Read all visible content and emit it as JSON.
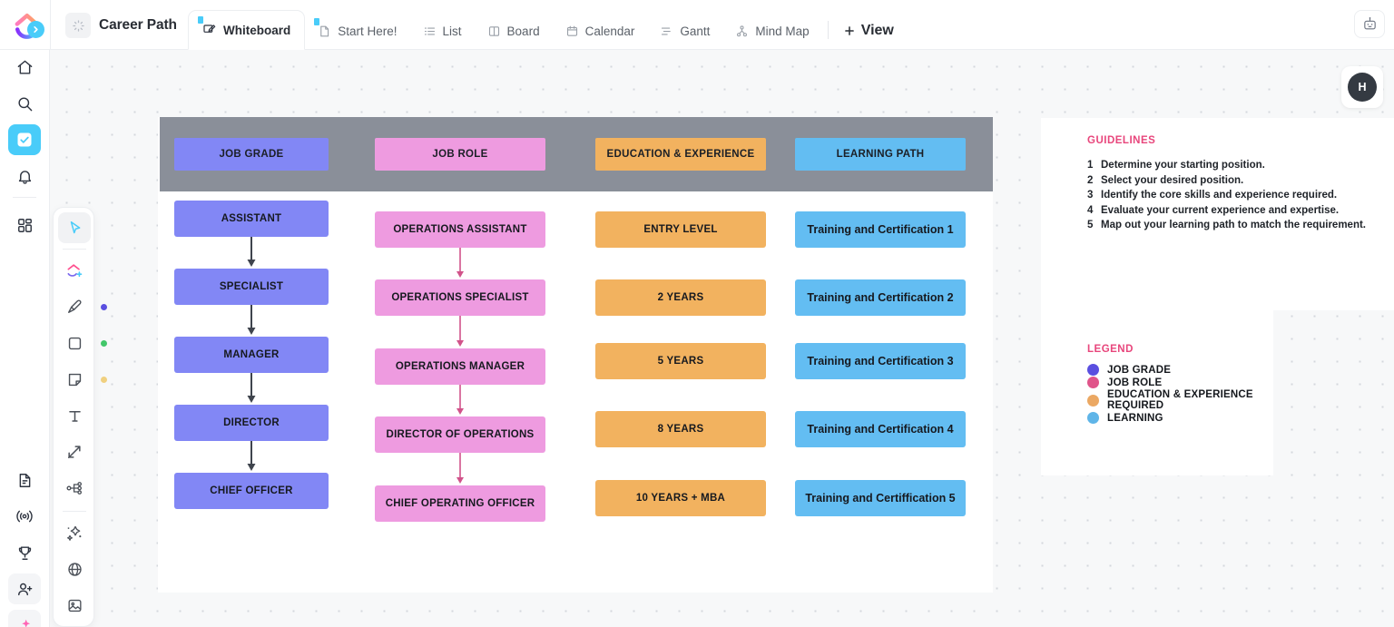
{
  "app": {
    "logo_name": "clickup-logo",
    "doc_title": "Career Path",
    "ai_icon": "robot-icon",
    "avatar_initial": "H"
  },
  "tabs": [
    {
      "label": "Whiteboard",
      "icon": "whiteboard-icon",
      "active": true,
      "pinned": true
    },
    {
      "label": "Start Here!",
      "icon": "doc-icon",
      "active": false,
      "pinned": true
    },
    {
      "label": "List",
      "icon": "list-icon",
      "active": false,
      "pinned": false
    },
    {
      "label": "Board",
      "icon": "board-icon",
      "active": false,
      "pinned": false
    },
    {
      "label": "Calendar",
      "icon": "calendar-icon",
      "active": false,
      "pinned": false
    },
    {
      "label": "Gantt",
      "icon": "gantt-icon",
      "active": false,
      "pinned": false
    },
    {
      "label": "Mind Map",
      "icon": "mindmap-icon",
      "active": false,
      "pinned": false
    }
  ],
  "add_view": {
    "label": "View",
    "icon": "plus-icon"
  },
  "sidebar": {
    "items": [
      {
        "icon": "home-icon",
        "active": false
      },
      {
        "icon": "search-icon",
        "active": false
      },
      {
        "icon": "checkmark-icon",
        "active": true
      },
      {
        "icon": "bell-icon",
        "active": false
      },
      {
        "icon": "dashboard-grid-icon",
        "active": false
      },
      {
        "icon": "docs-icon",
        "active": false
      },
      {
        "icon": "broadcast-icon",
        "active": false
      },
      {
        "icon": "trophy-icon",
        "active": false
      },
      {
        "icon": "invite-user-icon",
        "active": false
      },
      {
        "icon": "sparkle-icon",
        "active": false
      }
    ]
  },
  "whiteboard_toolbar": {
    "tools": [
      {
        "icon": "cursor-select-icon",
        "active": true
      },
      {
        "icon": "clickup-task-add-icon",
        "active": false
      },
      {
        "icon": "pen-icon",
        "active": false,
        "dot": "#5a4fe0"
      },
      {
        "icon": "shape-square-icon",
        "active": false,
        "dot": "#42c76a"
      },
      {
        "icon": "sticky-note-icon",
        "active": false,
        "dot": "#f0d080"
      },
      {
        "icon": "text-icon",
        "active": false
      },
      {
        "icon": "connector-icon",
        "active": false
      },
      {
        "icon": "mindmap-node-icon",
        "active": false
      },
      {
        "icon": "magic-ai-icon",
        "active": false
      },
      {
        "icon": "globe-icon",
        "active": false
      },
      {
        "icon": "image-icon",
        "active": false
      }
    ]
  },
  "colors": {
    "job_grade": "#8287f5",
    "job_role": "#ee9be0",
    "education": "#f2b25f",
    "learning": "#63bdf2",
    "band": "#8a8f99",
    "accent_pink": "#e8467c",
    "arrow_grade": "#3f444d",
    "arrow_role": "#d1538a",
    "brand_cyan": "#49ccf9"
  },
  "chart_data": {
    "type": "table",
    "title": "Career Path",
    "columns": [
      "JOB GRADE",
      "JOB ROLE",
      "EDUCATION & EXPERIENCE",
      "LEARNING PATH"
    ],
    "column_colors": [
      "#8287f5",
      "#ee9be0",
      "#f2b25f",
      "#63bdf2"
    ],
    "rows": [
      {
        "job_grade": "ASSISTANT",
        "job_role": "OPERATIONS ASSISTANT",
        "education": "ENTRY LEVEL",
        "learning": "Training and Certification 1"
      },
      {
        "job_grade": "SPECIALIST",
        "job_role": "OPERATIONS SPECIALIST",
        "education": "2 YEARS",
        "learning": "Training and Certification 2"
      },
      {
        "job_grade": "MANAGER",
        "job_role": "OPERATIONS MANAGER",
        "education": "5 YEARS",
        "learning": "Training and Certification 3"
      },
      {
        "job_grade": "DIRECTOR",
        "job_role": "DIRECTOR OF OPERATIONS",
        "education": "8 YEARS",
        "learning": "Training and Certification 4"
      },
      {
        "job_grade": "CHIEF OFFICER",
        "job_role": "CHIEF OPERATING OFFICER",
        "education": "10 YEARS + MBA",
        "learning": "Training and Certiffication 5"
      }
    ],
    "flow_arrows": [
      "job_grade column: top-to-bottom between all 5 nodes",
      "job_role column: top-to-bottom between all 5 nodes"
    ]
  },
  "guidelines": {
    "heading": "GUIDELINES",
    "items": [
      {
        "num": "1",
        "text": "Determine your starting position."
      },
      {
        "num": "2",
        "text": "Select your desired position."
      },
      {
        "num": "3",
        "text": "Identify the core skills and experience required."
      },
      {
        "num": "4",
        "text": "Evaluate your current experience and expertise."
      },
      {
        "num": "5",
        "text": "Map out your learning path to match the requirement."
      }
    ]
  },
  "legend": {
    "heading": "LEGEND",
    "items": [
      {
        "label": "JOB GRADE",
        "color": "#5a4fe0"
      },
      {
        "label": "JOB ROLE",
        "color": "#e0548a"
      },
      {
        "label": "EDUCATION & EXPERIENCE REQUIRED",
        "color": "#eba863"
      },
      {
        "label": "LEARNING",
        "color": "#5fb5e8"
      }
    ]
  }
}
